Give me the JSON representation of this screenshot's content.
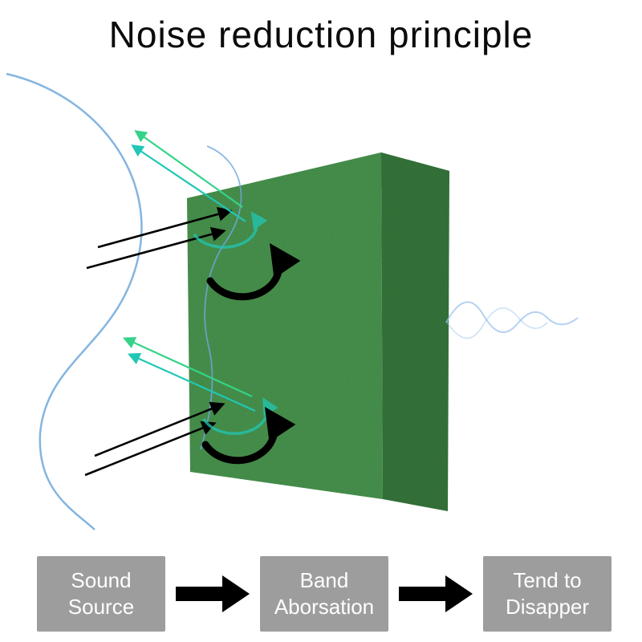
{
  "title": "Noise reduction principle",
  "flow": {
    "steps": [
      {
        "id": "sound-source",
        "label": "Sound\nSource"
      },
      {
        "id": "band-aborsation",
        "label": "Band\nAborsation"
      },
      {
        "id": "tend-to-disapper",
        "label": "Tend to\nDisapper"
      }
    ]
  },
  "colors": {
    "panel_front": "#4d9b52",
    "panel_side": "#3a7c40",
    "panel_top": "#68ad6b",
    "wave_blue": "#6fa8dc",
    "wave_faded": "#9cc3ec",
    "arrow_black": "#000000",
    "arrow_green": "#35d389",
    "arrow_teal": "#21c7b5",
    "box_gray": "#9d9d9d",
    "box_text": "#ffffff"
  },
  "icons": {
    "incident_sound": "double-black-arrow",
    "reflected_sound": "double-teal-arrow",
    "absorption": "circular-swirl-arrow",
    "flow_connector": "thick-right-arrow"
  }
}
